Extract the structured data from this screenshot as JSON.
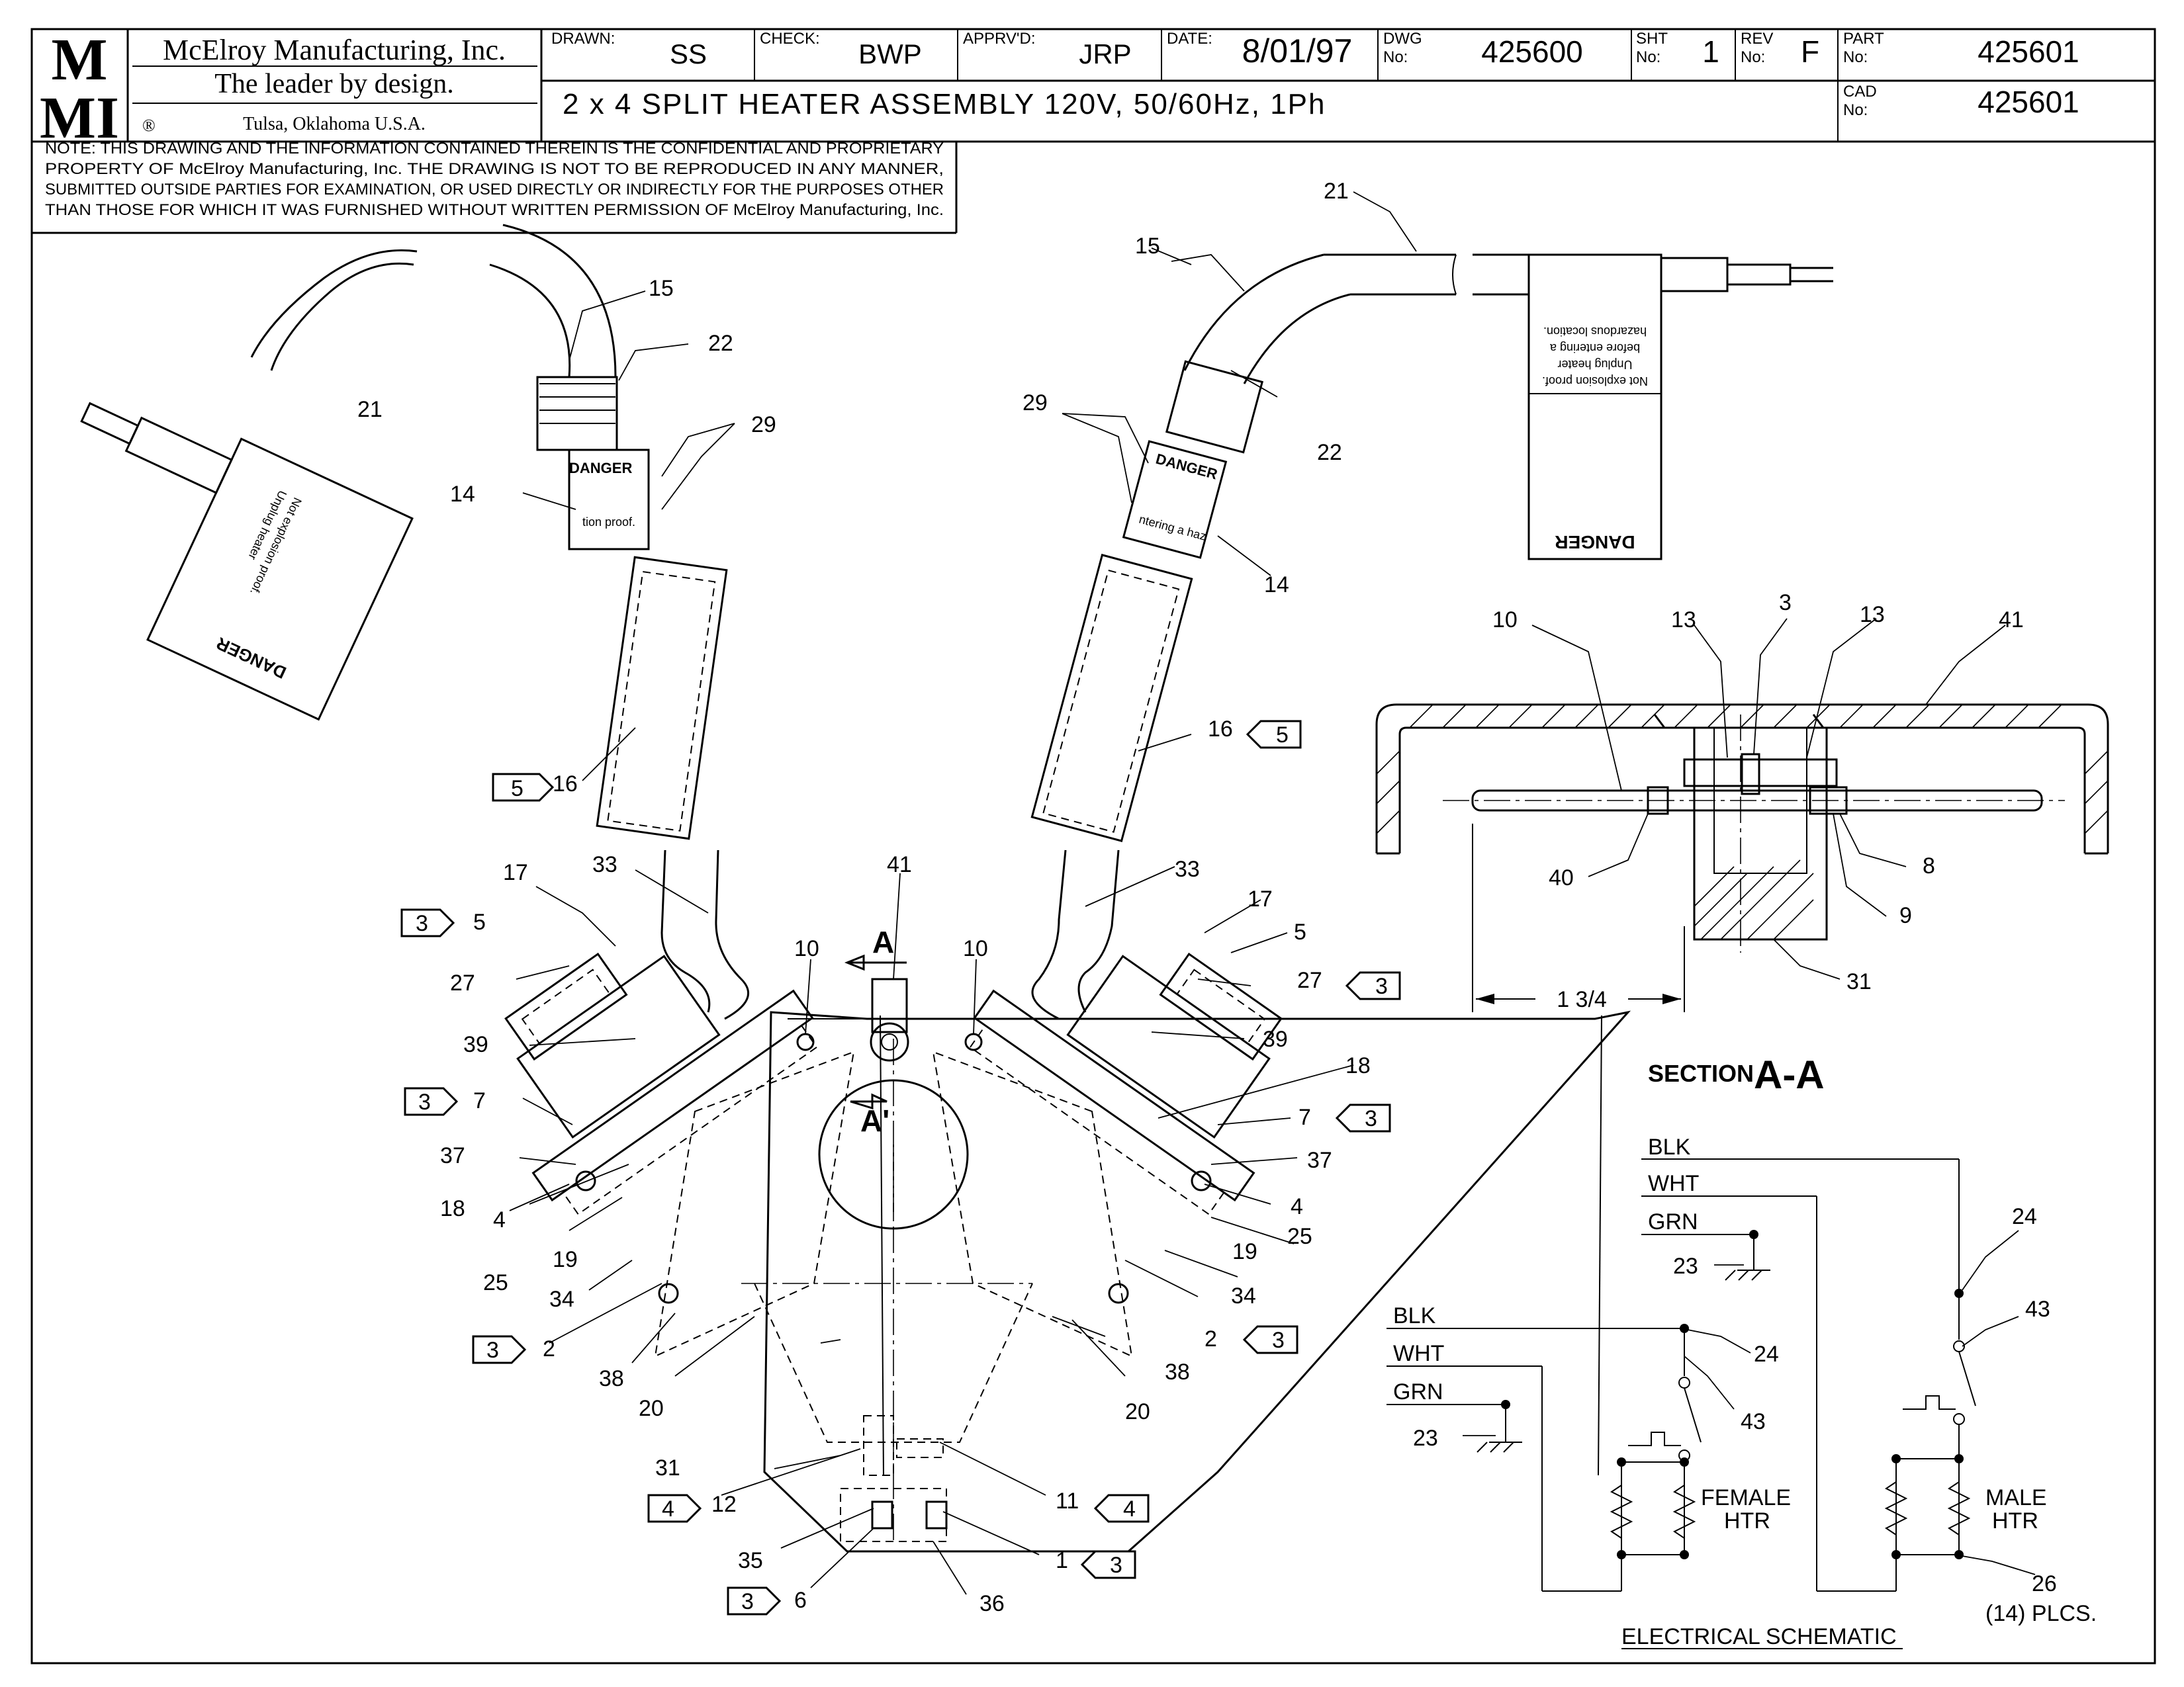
{
  "title_block": {
    "logo_letters": "MMI",
    "company": "McElroy Manufacturing, Inc.",
    "tagline": "The leader by design.",
    "location": "Tulsa, Oklahoma U.S.A.",
    "registered": "®",
    "drawn_label": "DRAWN:",
    "drawn_value": "SS",
    "check_label": "CHECK:",
    "check_value": "BWP",
    "apprvd_label": "APPRV'D:",
    "apprvd_value": "JRP",
    "date_label": "DATE:",
    "date_value": "8/01/97",
    "dwg_label_1": "DWG",
    "dwg_label_2": "No:",
    "dwg_value": "425600",
    "sht_label_1": "SHT",
    "sht_label_2": "No:",
    "sht_value": "1",
    "rev_label_1": "REV",
    "rev_label_2": "No:",
    "rev_value": "F",
    "part_label_1": "PART",
    "part_label_2": "No:",
    "part_value": "425601",
    "cad_label_1": "CAD",
    "cad_label_2": "No:",
    "cad_value": "425601",
    "description": "2 x 4 SPLIT HEATER ASSEMBLY 120V, 50/60Hz, 1Ph"
  },
  "note_lines": [
    "NOTE: THIS DRAWING AND THE INFORMATION CONTAINED THEREIN IS THE CONFIDENTIAL AND PROPRIETARY",
    "PROPERTY OF McElroy Manufacturing, Inc. THE DRAWING IS NOT TO BE REPRODUCED IN ANY MANNER,",
    "SUBMITTED OUTSIDE PARTIES FOR EXAMINATION, OR USED DIRECTLY OR INDIRECTLY FOR THE PURPOSES OTHER",
    "THAN THOSE FOR WHICH IT WAS FURNISHED WITHOUT WRITTEN PERMISSION OF McElroy Manufacturing, Inc."
  ],
  "labels": {
    "danger": "DANGER",
    "tag_line_1": "Not explosion proof.",
    "tag_line_2": "Unplug heater",
    "tag_line_3": "before entering a",
    "tag_line_4": "hazardous location.",
    "cord_tag_line_1": "tion proof.",
    "cord_tag_line_2": "ntering a haz",
    "section_word": "SECTION",
    "section_id": "A-A",
    "section_marker": "A",
    "section_marker_2": "A'",
    "dimension": "1 3/4",
    "schematic_title": "ELECTRICAL SCHEMATIC",
    "female_1": "FEMALE",
    "female_2": "HTR",
    "male_1": "MALE",
    "male_2": "HTR",
    "plcs": "(14) PLCS.",
    "blk": "BLK",
    "wht": "WHT",
    "grn": "GRN"
  },
  "balloons": {
    "b1": "1",
    "b2": "2",
    "b3": "3",
    "b4": "4",
    "b5": "5",
    "b6": "6",
    "b7": "7",
    "b8": "8",
    "b9": "9",
    "b10": "10",
    "b11": "11",
    "b12": "12",
    "b13": "13",
    "b14": "14",
    "b15": "15",
    "b16": "16",
    "b17": "17",
    "b18": "18",
    "b19": "19",
    "b20": "20",
    "b21": "21",
    "b22": "22",
    "b23": "23",
    "b24": "24",
    "b25": "25",
    "b26": "26",
    "b27": "27",
    "b29": "29",
    "b31": "31",
    "b33": "33",
    "b34": "34",
    "b35": "35",
    "b36": "36",
    "b37": "37",
    "b38": "38",
    "b39": "39",
    "b40": "40",
    "b41": "41",
    "b43": "43"
  }
}
